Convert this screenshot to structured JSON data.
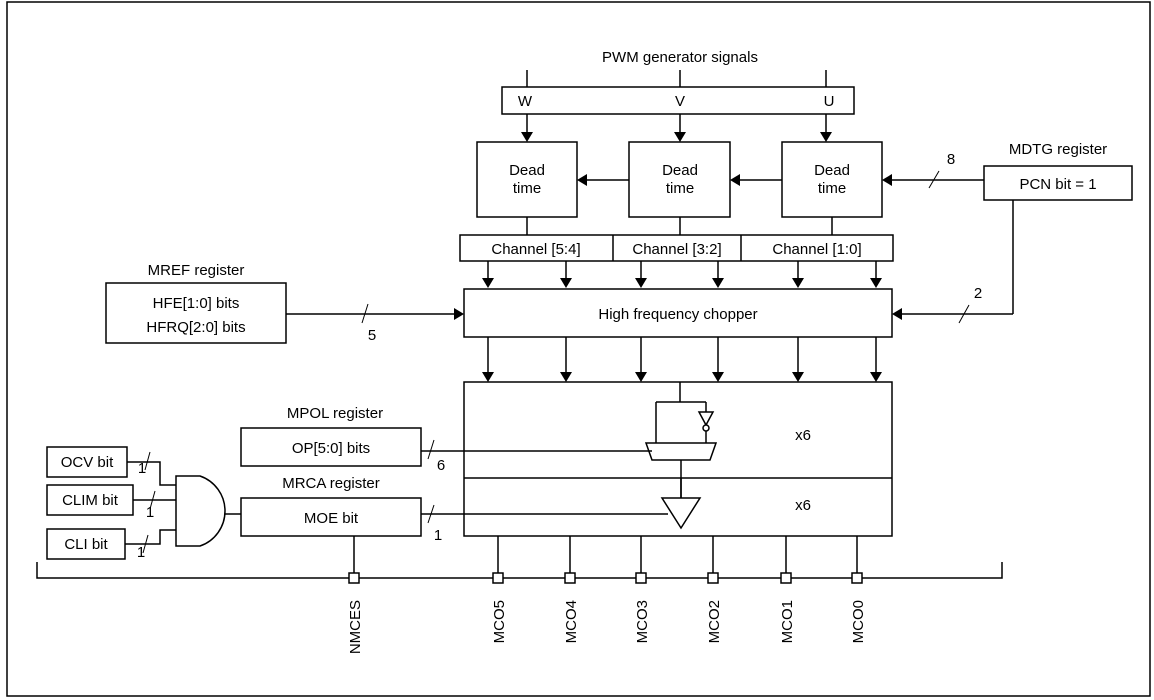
{
  "top_labels": {
    "pwm_title": "PWM generator signals",
    "w": "W",
    "v": "V",
    "u": "U"
  },
  "dead_time": {
    "line1": "Dead",
    "line2": "time"
  },
  "channels": [
    "Channel [5:4]",
    "Channel [3:2]",
    "Channel [1:0]"
  ],
  "mdtg": {
    "title": "MDTG register",
    "value": "PCN bit = 1",
    "bus_width": "8",
    "bus_width_2": "2"
  },
  "mref": {
    "title": "MREF register",
    "line1": "HFE[1:0] bits",
    "line2": "HFRQ[2:0] bits",
    "bus_width": "5"
  },
  "chopper": {
    "label": "High frequency chopper"
  },
  "mpol": {
    "title": "MPOL register",
    "value": "OP[5:0] bits",
    "bus_width": "6"
  },
  "mrca": {
    "title": "MRCA register",
    "value": "MOE bit",
    "bus_width": "1"
  },
  "output_block": {
    "mult_upper": "x6",
    "mult_lower": "x6"
  },
  "fault_inputs": [
    {
      "label": "OCV bit",
      "width": "1"
    },
    {
      "label": "CLIM bit",
      "width": "1"
    },
    {
      "label": "CLI bit",
      "width": "1"
    }
  ],
  "pins": [
    "NMCES",
    "MCO5",
    "MCO4",
    "MCO3",
    "MCO2",
    "MCO1",
    "MCO0"
  ]
}
